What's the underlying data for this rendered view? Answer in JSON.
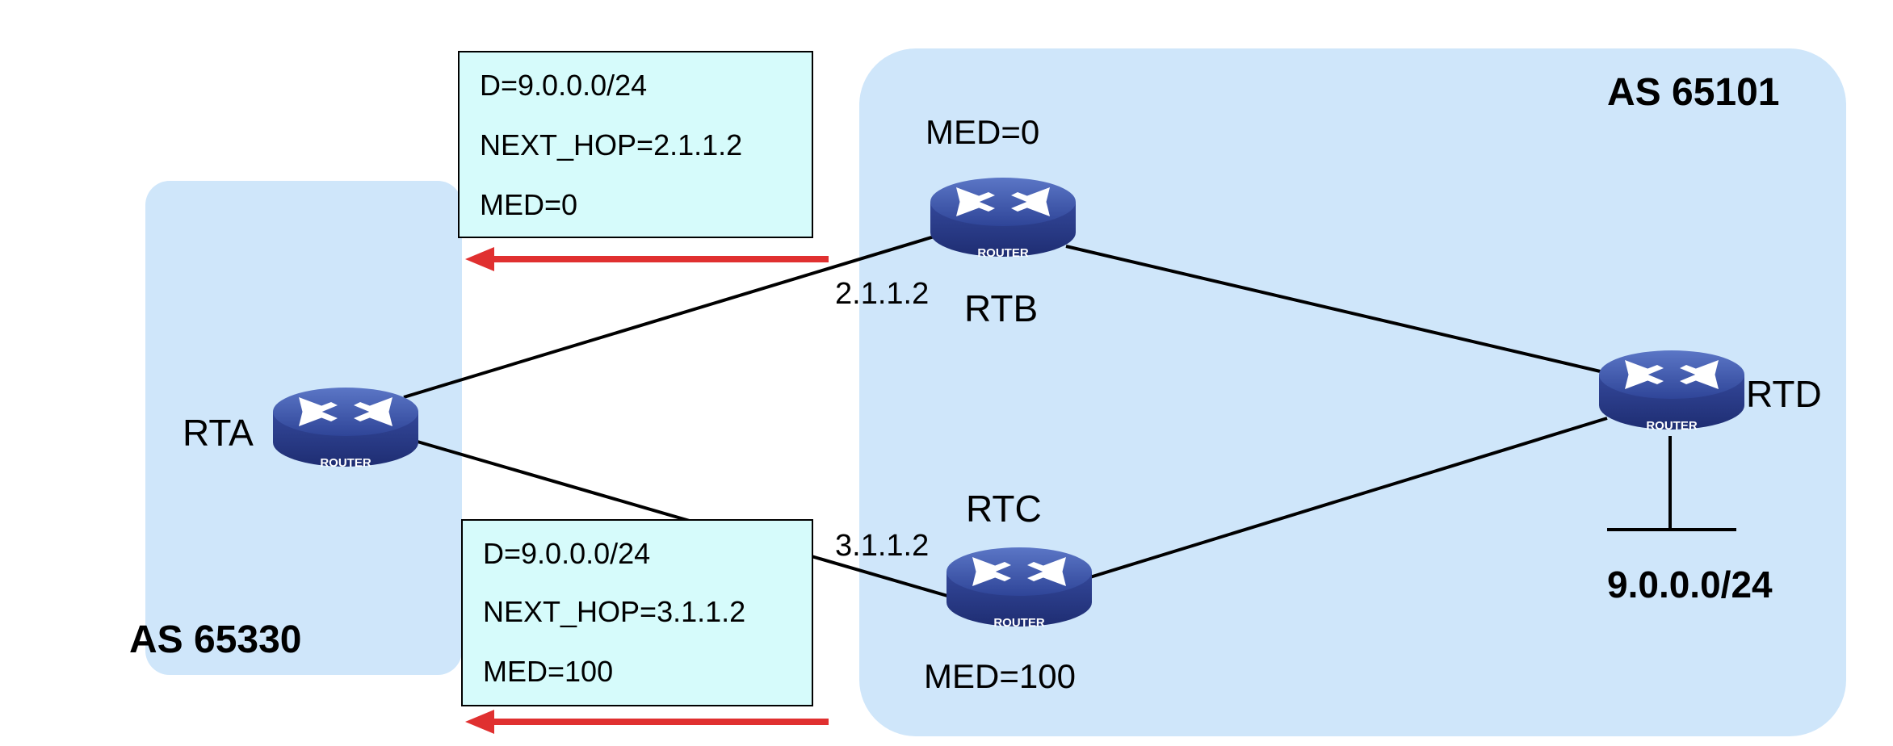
{
  "as_left": {
    "label": "AS 65330"
  },
  "as_right": {
    "label": "AS 65101"
  },
  "routers": {
    "rta": {
      "name": "RTA",
      "cap": "ROUTER"
    },
    "rtb": {
      "name": "RTB",
      "cap": "ROUTER",
      "ip": "2.1.1.2",
      "med": "MED=0"
    },
    "rtc": {
      "name": "RTC",
      "cap": "ROUTER",
      "ip": "3.1.1.2",
      "med": "MED=100"
    },
    "rtd": {
      "name": "RTD",
      "cap": "ROUTER"
    }
  },
  "network": {
    "label": "9.0.0.0/24"
  },
  "update_top": {
    "line1": "D=9.0.0.0/24",
    "line2": "NEXT_HOP=2.1.1.2",
    "line3": "MED=0"
  },
  "update_bottom": {
    "line1": "D=9.0.0.0/24",
    "line2": "NEXT_HOP=3.1.1.2",
    "line3": "MED=100"
  },
  "colors": {
    "as_fill": "#cfe6fa",
    "box_fill": "#d6fbfb",
    "router_body": "#2a3f91",
    "router_top": "#3f5bb0",
    "arrow": "#e03030",
    "link": "#000000"
  }
}
